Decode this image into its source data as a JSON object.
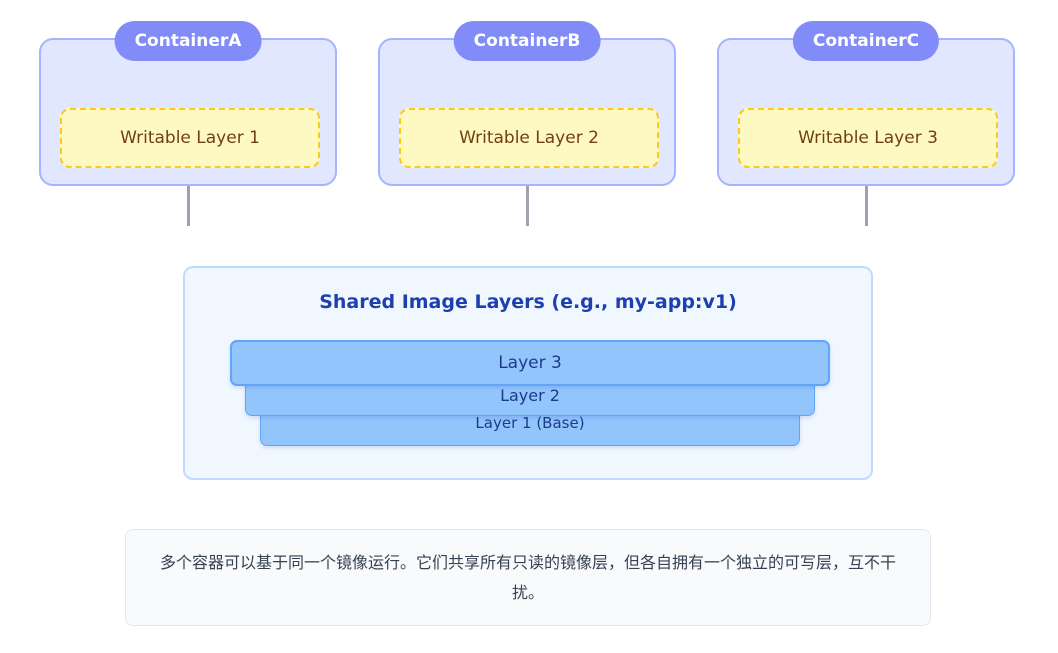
{
  "containers": [
    {
      "label": "ContainerA",
      "writable_layer": "Writable Layer 1"
    },
    {
      "label": "ContainerB",
      "writable_layer": "Writable Layer 2"
    },
    {
      "label": "ContainerC",
      "writable_layer": "Writable Layer 3"
    }
  ],
  "shared_image": {
    "title": "Shared Image Layers (e.g., my-app:v1)",
    "layers": {
      "top": "Layer 3",
      "middle": "Layer 2",
      "base": "Layer 1 (Base)"
    }
  },
  "caption": "多个容器可以基于同一个镜像运行。它们共享所有只读的镜像层，但各自拥有一个独立的可写层，互不干扰。",
  "colors": {
    "container_bg": "#e0e7ff",
    "container_border": "#a5b4fc",
    "container_label_bg": "#818cf8",
    "writable_bg": "#fef9c3",
    "writable_border": "#facc15",
    "shared_bg": "#f0f7ff",
    "shared_border": "#bfdbfe",
    "layer_fill": "#93c5fd",
    "layer_border": "#60a5fa",
    "title_color": "#1e40af"
  }
}
